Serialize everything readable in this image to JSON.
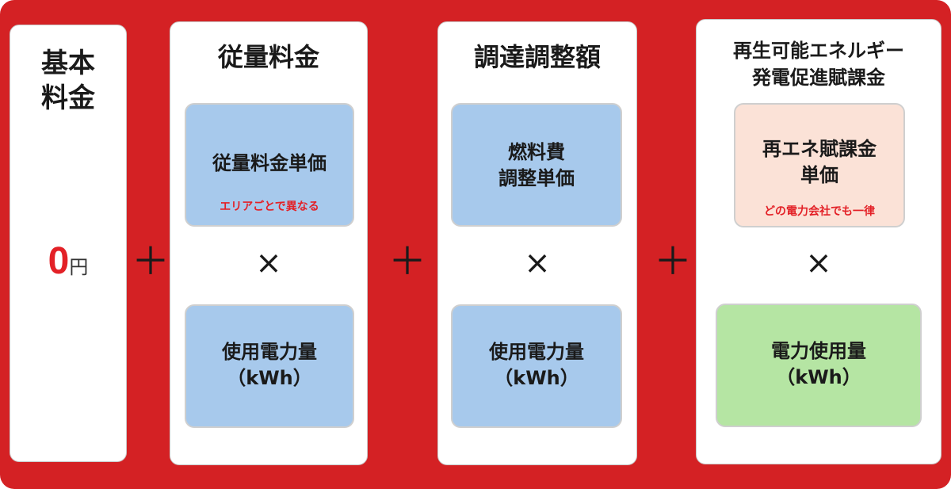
{
  "basic": {
    "title_line1": "基本",
    "title_line2": "料金",
    "amount": "0",
    "unit": "円"
  },
  "operator": {
    "plus": "＋",
    "times": "×"
  },
  "metered": {
    "title": "従量料金",
    "unit_price": {
      "label": "従量料金単価",
      "note": "エリアごとで異なる"
    },
    "usage": {
      "line1": "使用電力量",
      "line2": "（kWh）"
    }
  },
  "adjustment": {
    "title": "調達調整額",
    "unit_price": {
      "line1": "燃料費",
      "line2": "調整単価"
    },
    "usage": {
      "line1": "使用電力量",
      "line2": "（kWh）"
    }
  },
  "renewable": {
    "title_line1": "再生可能エネルギー",
    "title_line2": "発電促進賦課金",
    "unit_price": {
      "line1": "再エネ賦課金",
      "line2": "単価",
      "note": "どの電力会社でも一律"
    },
    "usage": {
      "line1": "電力使用量",
      "line2": "（kWh）"
    }
  },
  "colors": {
    "frame": "#d42124",
    "unit_price_box": "#a7c9ec",
    "renewable_box": "#fbe2d7",
    "renewable_usage_box": "#b5e5a3",
    "note_text": "#e32127"
  }
}
